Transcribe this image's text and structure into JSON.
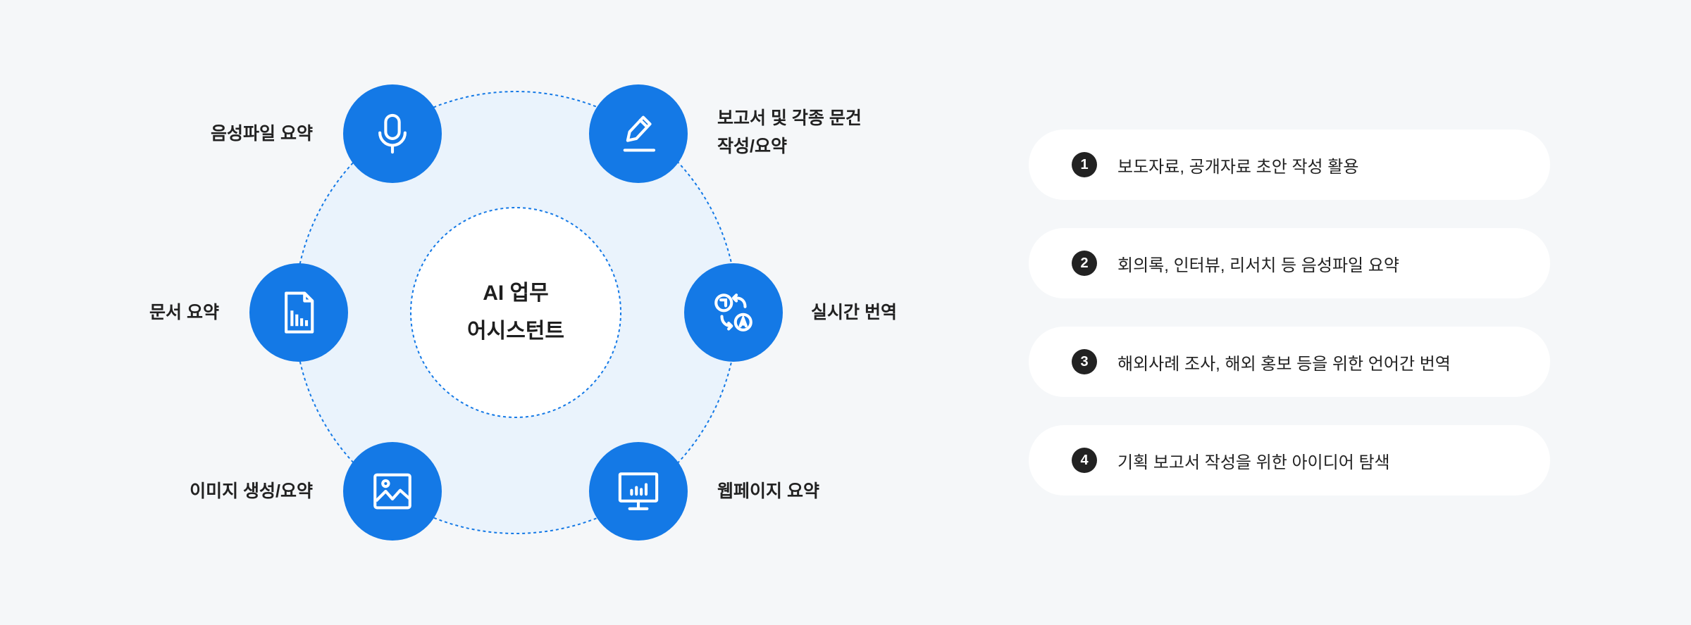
{
  "center": {
    "line1": "AI 업무",
    "line2": "어시스턴트"
  },
  "features": [
    {
      "icon": "microphone-icon",
      "label": "음성파일 요약"
    },
    {
      "icon": "pencil-icon",
      "label_line1": "보고서 및 각종 문건",
      "label_line2": "작성/요약"
    },
    {
      "icon": "document-chart-icon",
      "label": "문서 요약"
    },
    {
      "icon": "translate-icon",
      "label": "실시간 번역"
    },
    {
      "icon": "image-icon",
      "label": "이미지 생성/요약"
    },
    {
      "icon": "monitor-chart-icon",
      "label": "웹페이지 요약"
    }
  ],
  "use_cases": [
    {
      "number": "1",
      "text": "보도자료, 공개자료 초안 작성 활용"
    },
    {
      "number": "2",
      "text": "회의록, 인터뷰, 리서치 등 음성파일 요약"
    },
    {
      "number": "3",
      "text": "해외사례 조사, 해외 홍보 등을 위한 언어간 번역"
    },
    {
      "number": "4",
      "text": "기획 보고서 작성을 위한 아이디어 탐색"
    }
  ],
  "colors": {
    "accent": "#1479e6",
    "ring_fill": "#eaf3fc",
    "background": "#f5f7f9",
    "badge": "#222222"
  }
}
